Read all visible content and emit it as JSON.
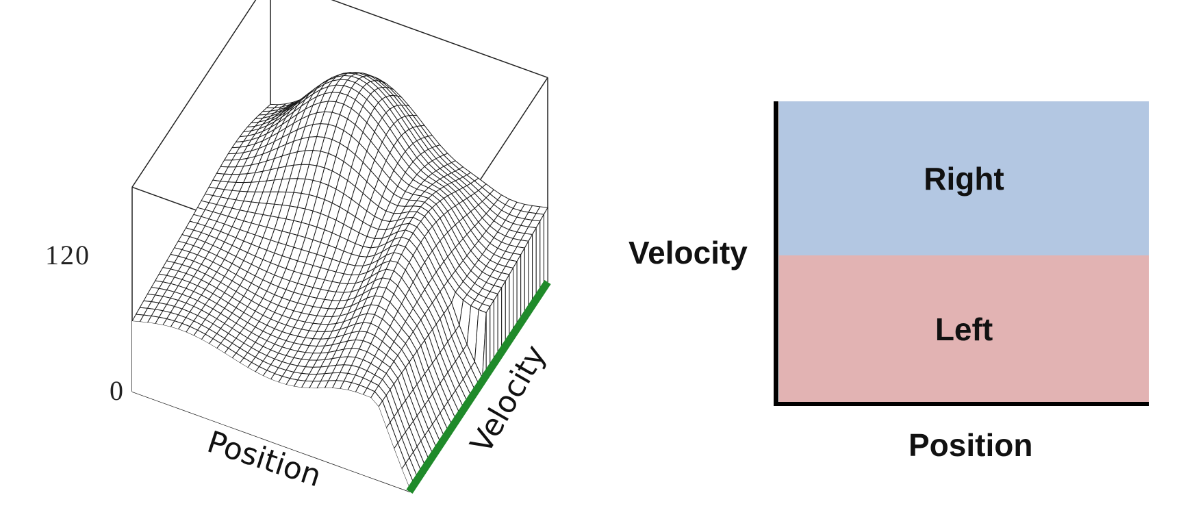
{
  "surface": {
    "z_ticks": [
      "120",
      "0"
    ],
    "x_axis_label": "Position",
    "y_axis_label": "Velocity",
    "highlight_edge_color": "#1f8a2a",
    "mesh_color": "#1a1a1a"
  },
  "policy": {
    "y_axis_label": "Velocity",
    "x_axis_label": "Position",
    "regions": [
      {
        "label": "Right",
        "color": "#b3c7e2"
      },
      {
        "label": "Left",
        "color": "#e2b3b3"
      }
    ]
  }
}
